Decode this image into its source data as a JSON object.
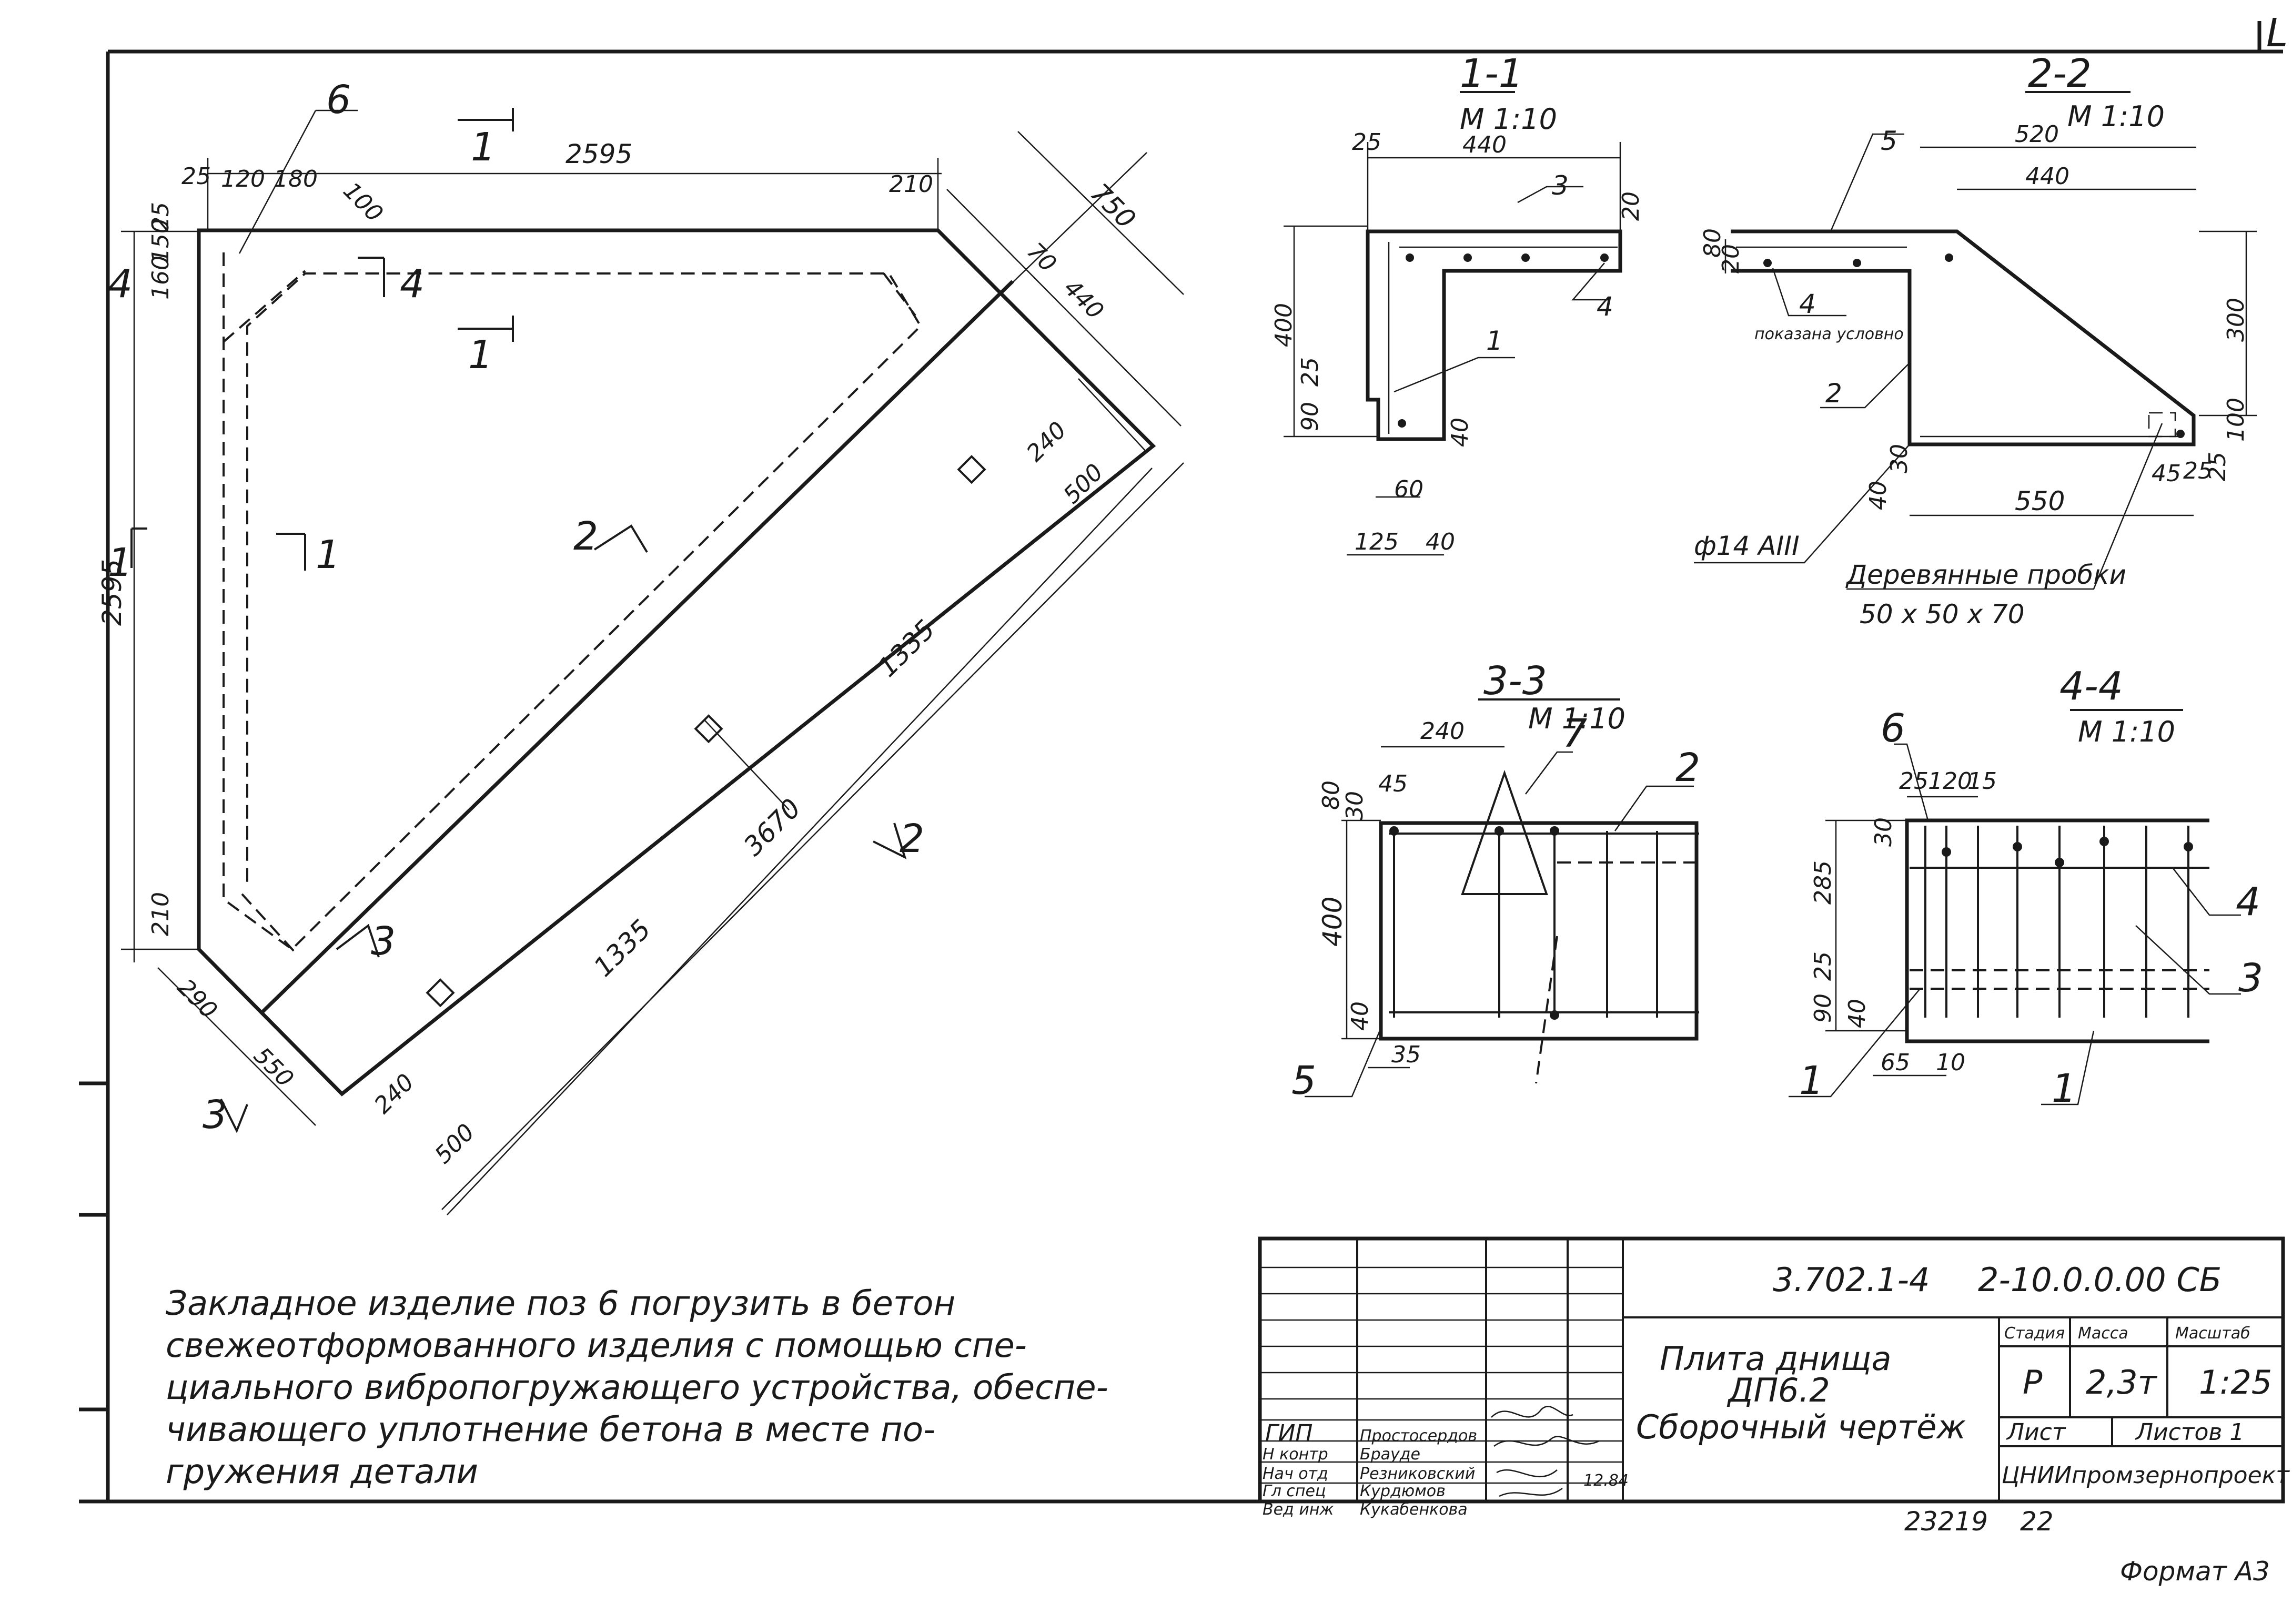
{
  "sheet": {
    "corner_mark": "L",
    "format": "Формат А3"
  },
  "plan": {
    "dims": [
      "2595",
      "2595",
      "25",
      "120",
      "180",
      "100",
      "210",
      "750",
      "440",
      "70",
      "25",
      "150",
      "160",
      "210",
      "290",
      "550",
      "240",
      "500",
      "240",
      "500",
      "1335",
      "3670",
      "1335"
    ],
    "section_marks": [
      "1",
      "1",
      "1",
      "1",
      "2",
      "2",
      "3",
      "3",
      "4",
      "4"
    ],
    "callout": "6"
  },
  "section_1_1": {
    "title": "1-1",
    "scale": "М 1:10",
    "dims": [
      "25",
      "440",
      "20",
      "400",
      "25",
      "90",
      "60",
      "40",
      "125",
      "40"
    ],
    "callouts": [
      "3",
      "4",
      "1"
    ]
  },
  "section_2_2": {
    "title": "2-2",
    "scale": "М 1:10",
    "dims": [
      "520",
      "440",
      "80",
      "20",
      "300",
      "100",
      "45",
      "25",
      "25",
      "30",
      "40",
      "550"
    ],
    "callouts": [
      "5",
      "4",
      "2"
    ],
    "note_shown": "показана условно",
    "rebar": "ф14 АIII",
    "plugs": "Деревянные пробки",
    "plugs_size": "50 х 50 х 70"
  },
  "section_3_3": {
    "title": "3-3",
    "scale": "М 1:10",
    "dims": [
      "240",
      "45",
      "80",
      "30",
      "400",
      "40",
      "35"
    ],
    "callouts": [
      "7",
      "2",
      "5"
    ]
  },
  "section_4_4": {
    "title": "4-4",
    "scale": "М 1:10",
    "dims": [
      "25",
      "120",
      "15",
      "30",
      "285",
      "25",
      "90",
      "40",
      "65",
      "10"
    ],
    "callouts": [
      "6",
      "4",
      "3",
      "1",
      "1"
    ]
  },
  "note": {
    "lines": [
      "Закладное изделие поз 6 погрузить в бетон",
      "свежеотформованного изделия с помощью спе-",
      "циального вибропогружающего устройства, обеспе-",
      "чивающего уплотнение бетона в месте по-",
      "гружения детали"
    ]
  },
  "title_block": {
    "code": "3.702.1-4",
    "doc_number": "2-10.0.0.00 СБ",
    "name_1": "Плита днища",
    "name_2": "ДП6.2",
    "name_3": "Сборочный чертёж",
    "stage_header": "Стадия",
    "mass_header": "Масса",
    "scale_header": "Масштаб",
    "stage": "Р",
    "mass": "2,3т",
    "scale": "1:25",
    "sheet_label": "Лист",
    "sheets_label": "Листов 1",
    "organization": "ЦНИИпромзернопроект",
    "roles": [
      "ГИП",
      "Н контр",
      "Нач отд",
      "Гл спец",
      "Вед инж"
    ],
    "names": [
      "Простосердов",
      "Брауде",
      "Резниковский",
      "Курдюмов",
      "Кукабенкова"
    ],
    "date": "12.84"
  },
  "footer": {
    "inventory": "23219",
    "number": "22"
  }
}
